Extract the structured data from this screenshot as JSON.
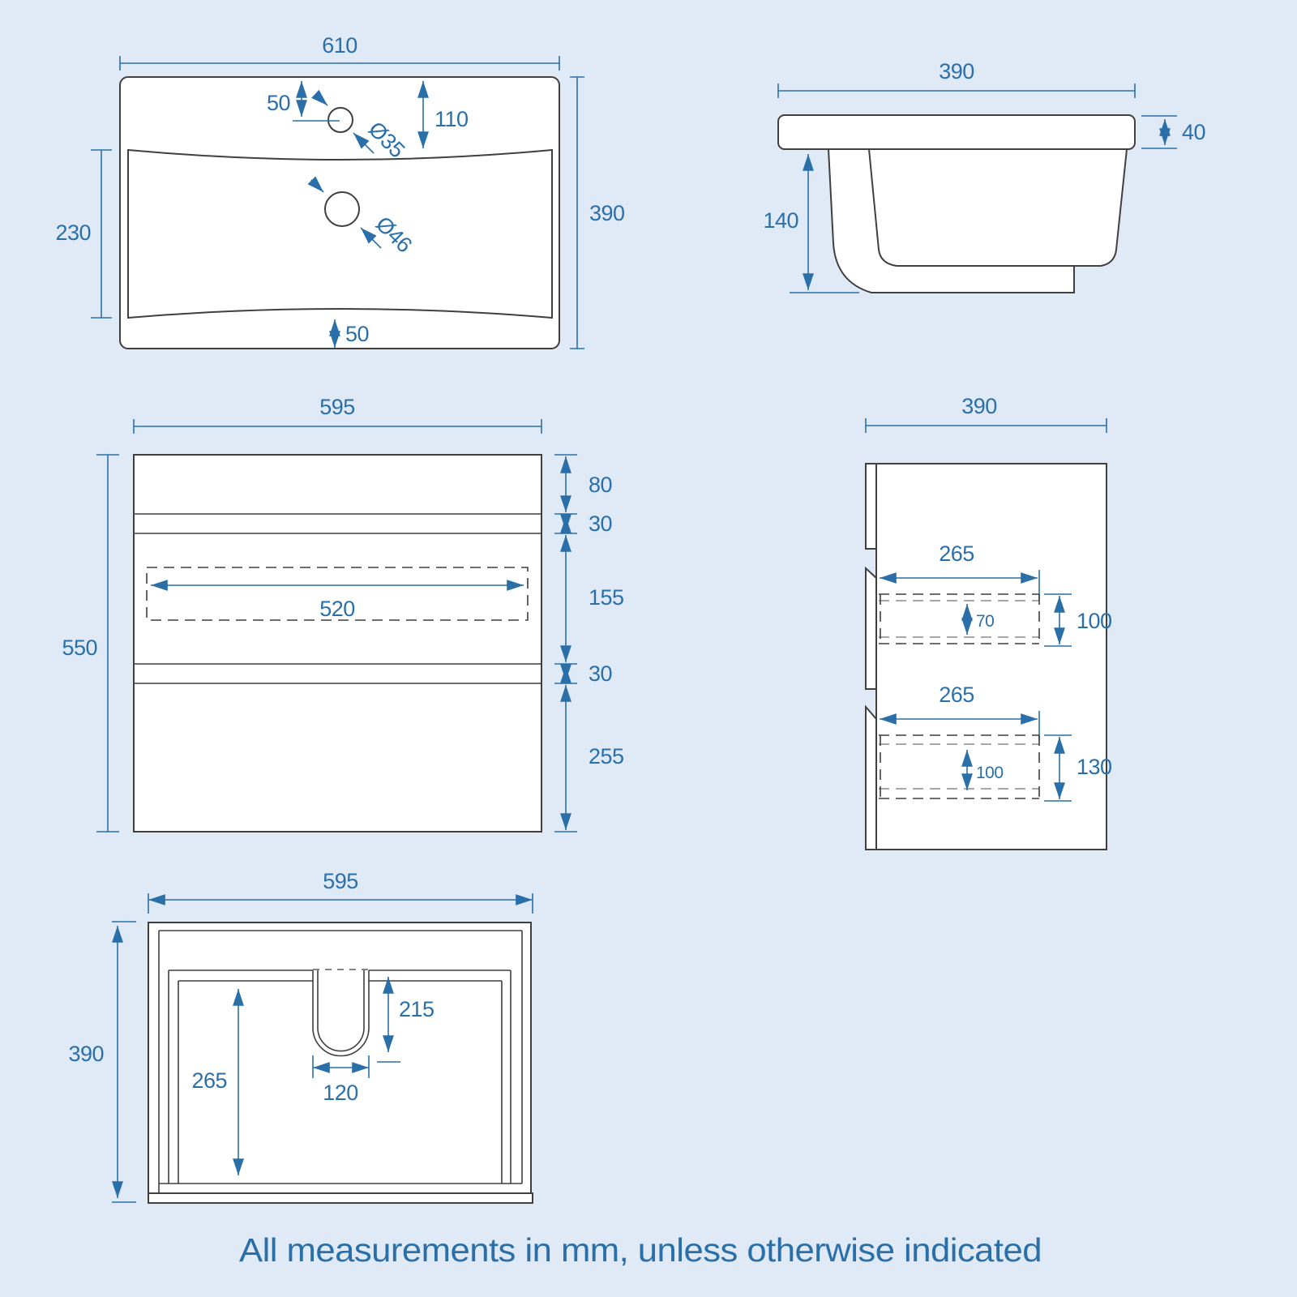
{
  "note": "All measurements in mm, unless otherwise indicated",
  "colors": {
    "background": "#dfeaf6",
    "outline": "#3f3f3f",
    "dimension": "#2b6fa9",
    "hidden_line": "#8a8a8a",
    "surface": "#ffffff"
  },
  "views": {
    "basin_top": {
      "title": "basin top view",
      "width": "610",
      "depth": "390",
      "bowl_depth": "230",
      "tap_hole_offset": "50",
      "tap_hole_from_side": "110",
      "tap_hole_diameter": "Ø35",
      "waste_hole_diameter": "Ø46",
      "front_ledge": "50"
    },
    "basin_side": {
      "title": "basin side view",
      "depth": "390",
      "rim_height": "40",
      "bowl_height": "140"
    },
    "cabinet_front": {
      "title": "cabinet front view",
      "width": "595",
      "height": "550",
      "top_section": "80",
      "rail_upper": "30",
      "drawer_upper": "155",
      "rail_lower": "30",
      "drawer_lower": "255",
      "internal_width": "520"
    },
    "cabinet_side": {
      "title": "cabinet side view",
      "depth": "390",
      "upper_drawer_depth": "265",
      "upper_drawer_inner_height": "70",
      "upper_drawer_height": "100",
      "lower_drawer_depth": "265",
      "lower_drawer_inner_height": "100",
      "lower_drawer_height": "130"
    },
    "cabinet_plan": {
      "title": "cabinet plan view",
      "width": "595",
      "depth": "390",
      "internal_depth": "265",
      "cutout_depth": "215",
      "cutout_width": "120"
    }
  }
}
